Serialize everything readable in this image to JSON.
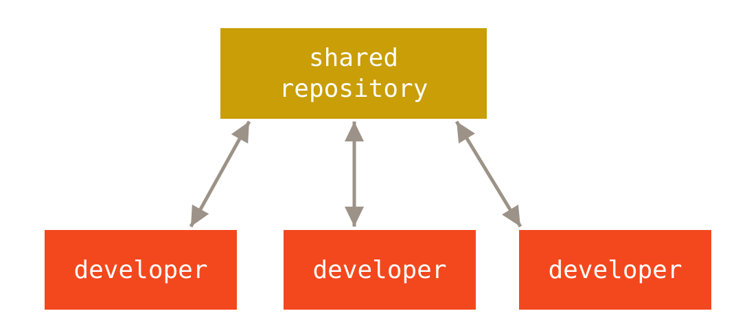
{
  "diagram": {
    "repository_box": {
      "label": "shared\nrepository"
    },
    "developer_boxes": [
      {
        "label": "developer"
      },
      {
        "label": "developer"
      },
      {
        "label": "developer"
      }
    ],
    "connections": [
      {
        "from": "shared repository",
        "to": "developer-1",
        "type": "bidirectional-arrow"
      },
      {
        "from": "shared repository",
        "to": "developer-2",
        "type": "bidirectional-arrow"
      },
      {
        "from": "shared repository",
        "to": "developer-3",
        "type": "bidirectional-arrow"
      }
    ],
    "colors": {
      "background": "#ffffff",
      "repository": "#c99e06",
      "developer": "#f3481d",
      "arrow": "#9c9287",
      "label": "#ffffff"
    }
  }
}
